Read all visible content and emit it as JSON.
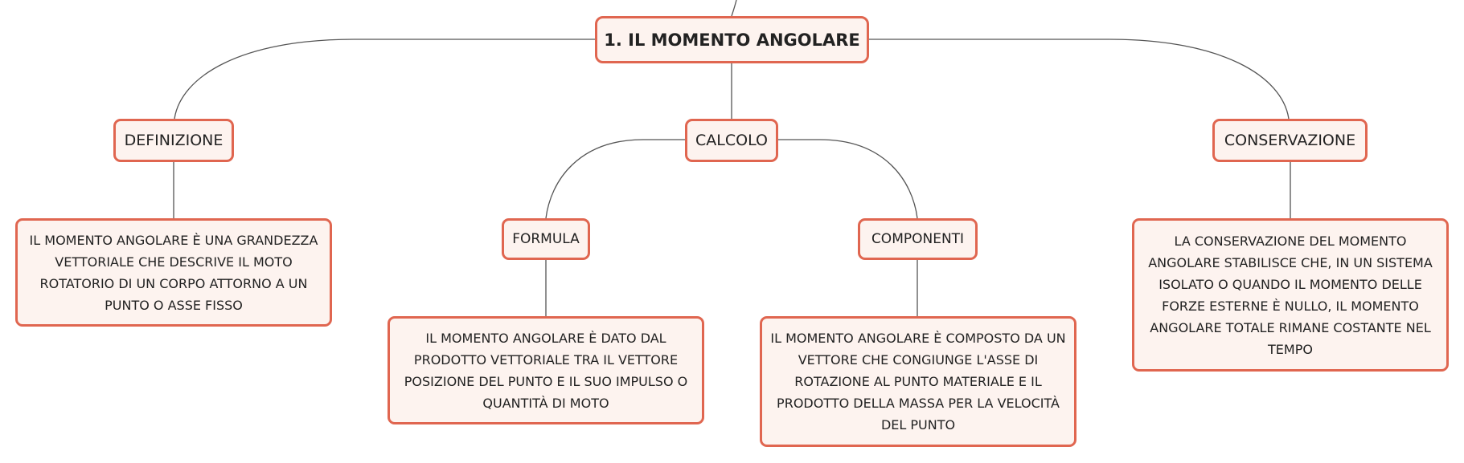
{
  "colors": {
    "node_border": "#e06650",
    "node_fill": "#fdf3ef",
    "connector": "#555555",
    "text": "#222222"
  },
  "root": {
    "label": "1. IL MOMENTO ANGOLARE"
  },
  "branches": {
    "definizione": {
      "label": "DEFINIZIONE",
      "detail": "IL MOMENTO ANGOLARE È UNA GRANDEZZA VETTORIALE CHE DESCRIVE IL MOTO ROTATORIO DI UN CORPO ATTORNO A UN PUNTO O ASSE FISSO"
    },
    "calcolo": {
      "label": "CALCOLO",
      "formula": {
        "label": "FORMULA",
        "detail": "IL MOMENTO ANGOLARE È DATO DAL PRODOTTO VETTORIALE TRA IL VETTORE POSIZIONE DEL PUNTO E IL SUO IMPULSO O QUANTITÀ DI MOTO"
      },
      "componenti": {
        "label": "COMPONENTI",
        "detail": "IL MOMENTO ANGOLARE È COMPOSTO DA UN VETTORE CHE CONGIUNGE L'ASSE DI ROTAZIONE AL PUNTO MATERIALE E IL PRODOTTO DELLA MASSA PER LA VELOCITÀ DEL PUNTO"
      }
    },
    "conservazione": {
      "label": "CONSERVAZIONE",
      "detail": "LA CONSERVAZIONE DEL MOMENTO ANGOLARE STABILISCE CHE, IN UN SISTEMA ISOLATO O QUANDO IL MOMENTO DELLE FORZE ESTERNE È NULLO, IL MOMENTO ANGOLARE TOTALE RIMANE COSTANTE NEL TEMPO"
    }
  }
}
